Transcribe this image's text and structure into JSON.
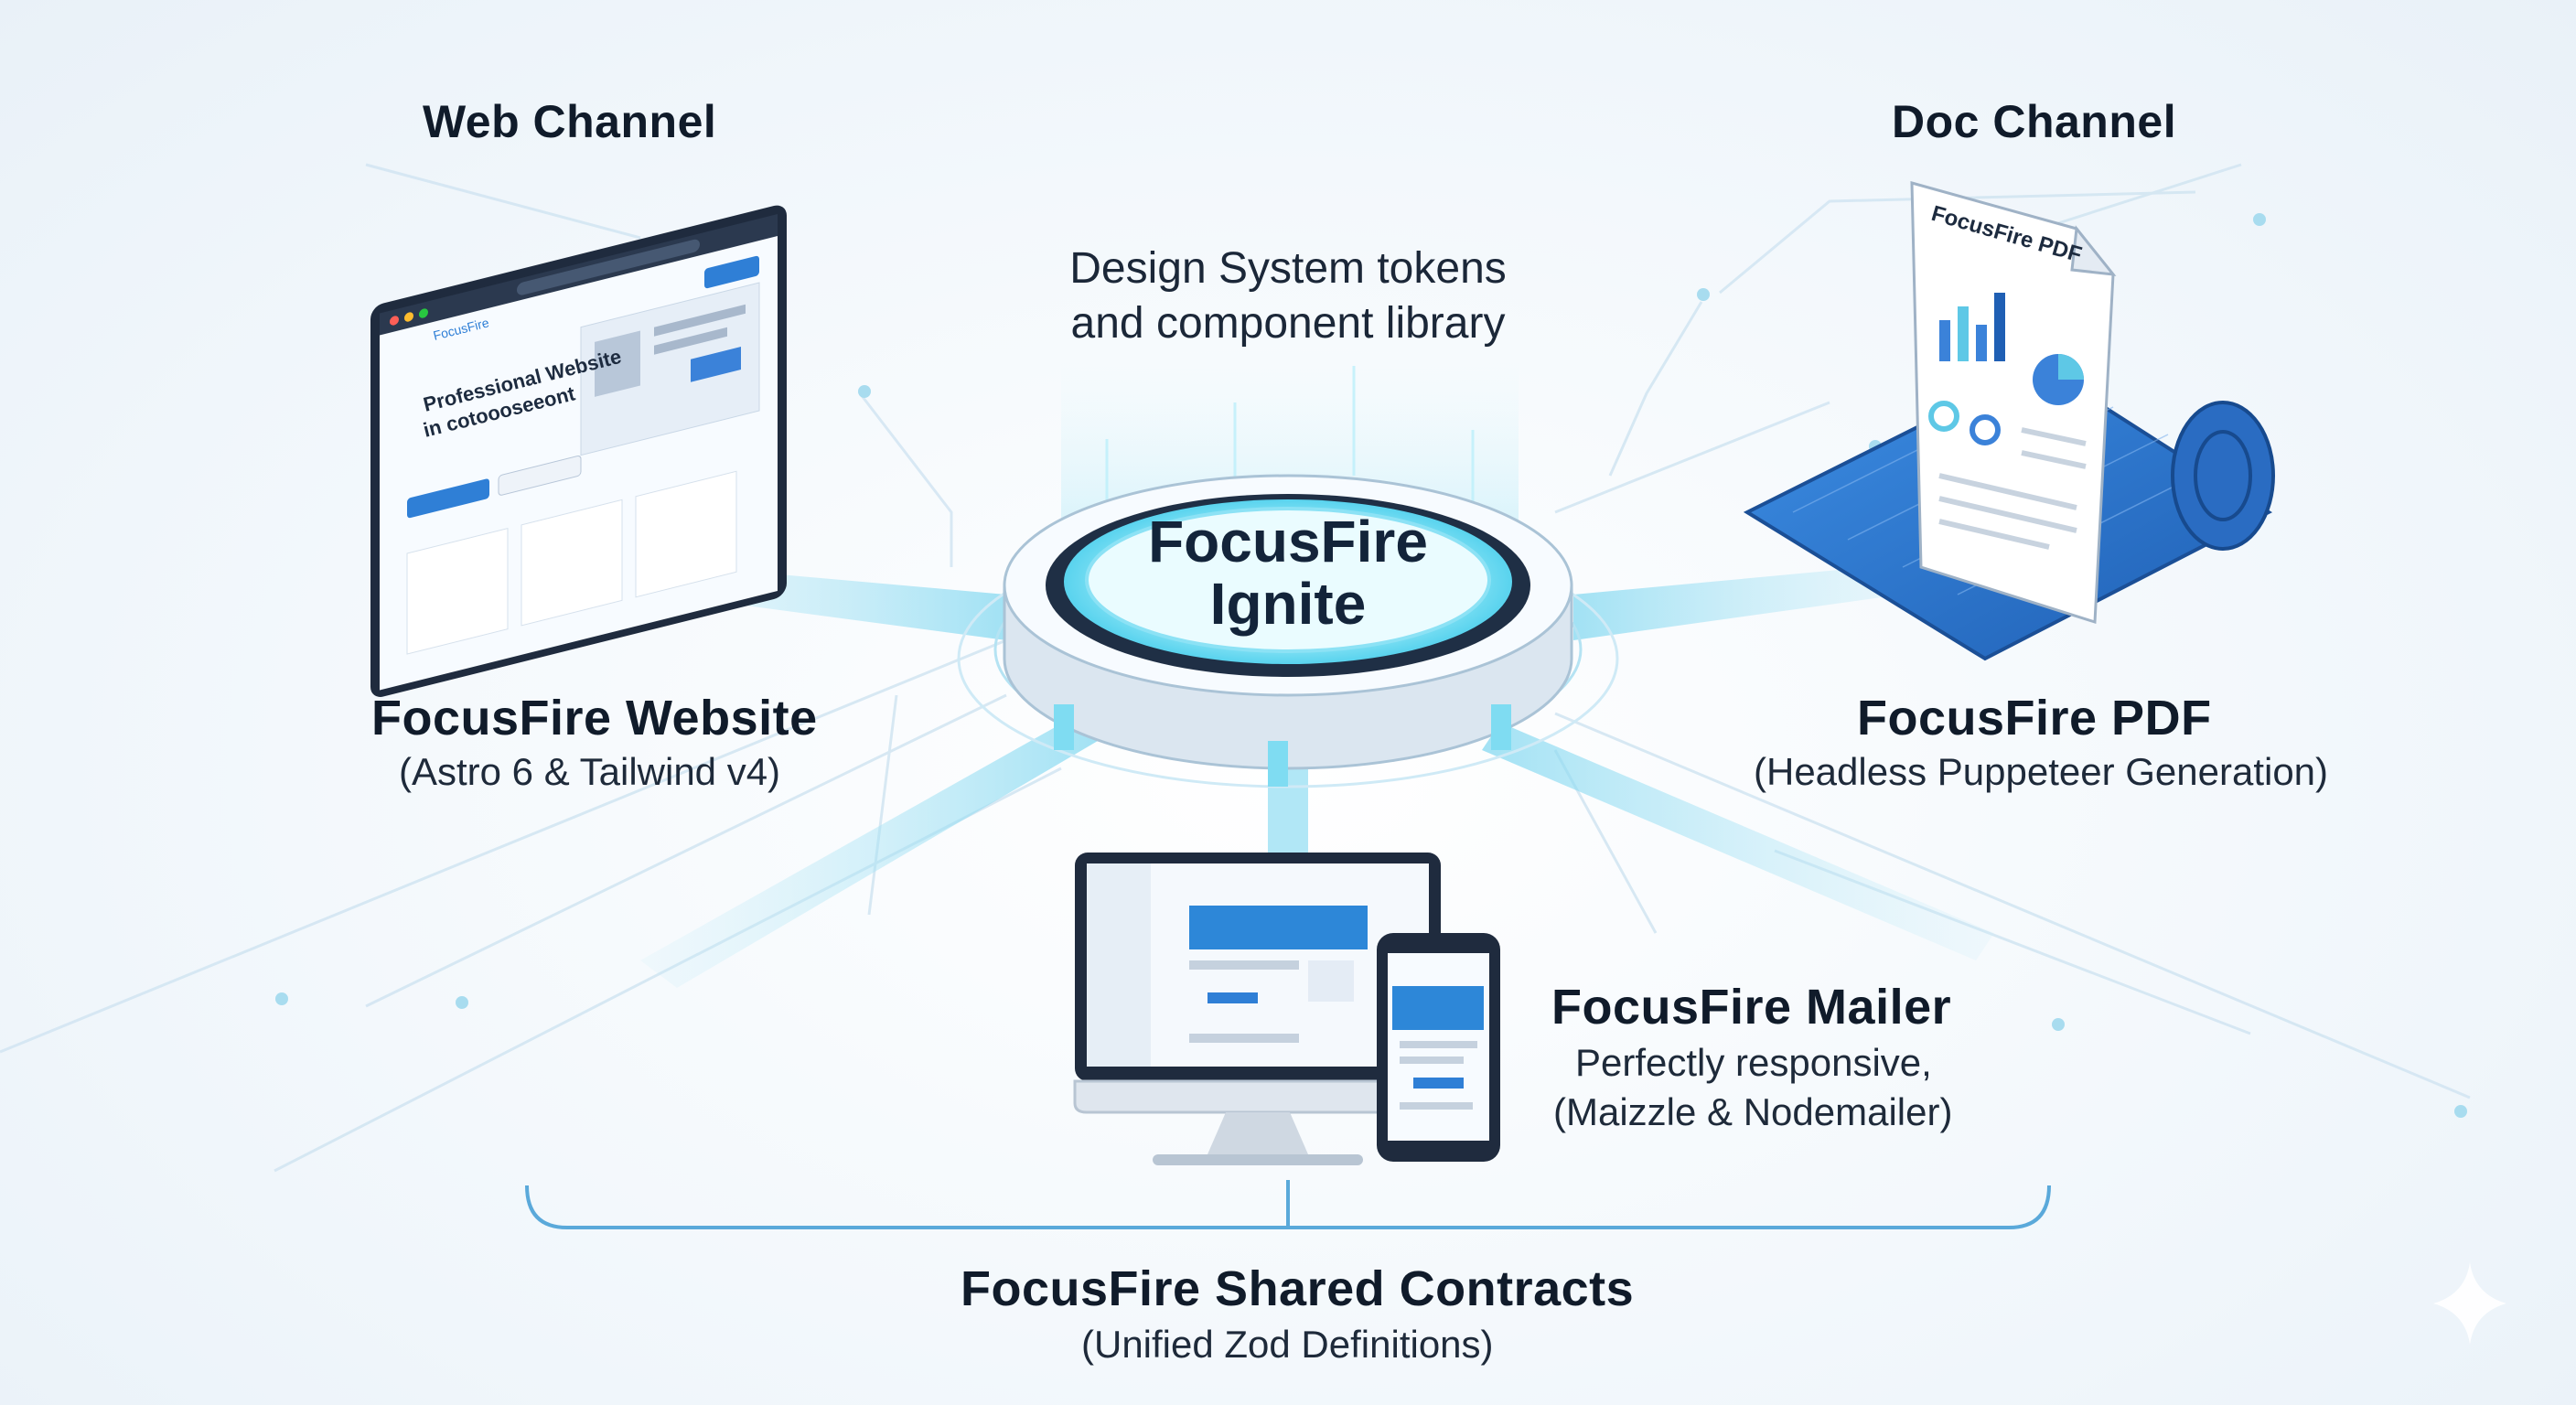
{
  "hub": {
    "title_line1": "FocusFire",
    "title_line2": "Ignite",
    "tokens_line1": "Design System tokens",
    "tokens_line2": "and component library"
  },
  "web": {
    "channel": "Web Channel",
    "title": "FocusFire Website",
    "subtitle": "(Astro 6 & Tailwind v4)",
    "mock_brand": "FocusFire",
    "mock_headline_1": "Professional Website",
    "mock_headline_2": "in cotoooseeont"
  },
  "doc": {
    "channel": "Doc Channel",
    "title": "FocusFire PDF",
    "subtitle": "(Headless Puppeteer Generation)",
    "mock_title": "FocusFire PDF"
  },
  "mailer": {
    "title": "FocusFire Mailer",
    "subtitle_1": "Perfectly responsive,",
    "subtitle_2": "(Maizzle & Nodemailer)"
  },
  "contracts": {
    "title": "FocusFire Shared Contracts",
    "subtitle": "(Unified Zod Definitions)"
  },
  "colors": {
    "accent": "#2f7fd6",
    "glow": "#7fdcf2",
    "dark": "#1d2b3f"
  }
}
